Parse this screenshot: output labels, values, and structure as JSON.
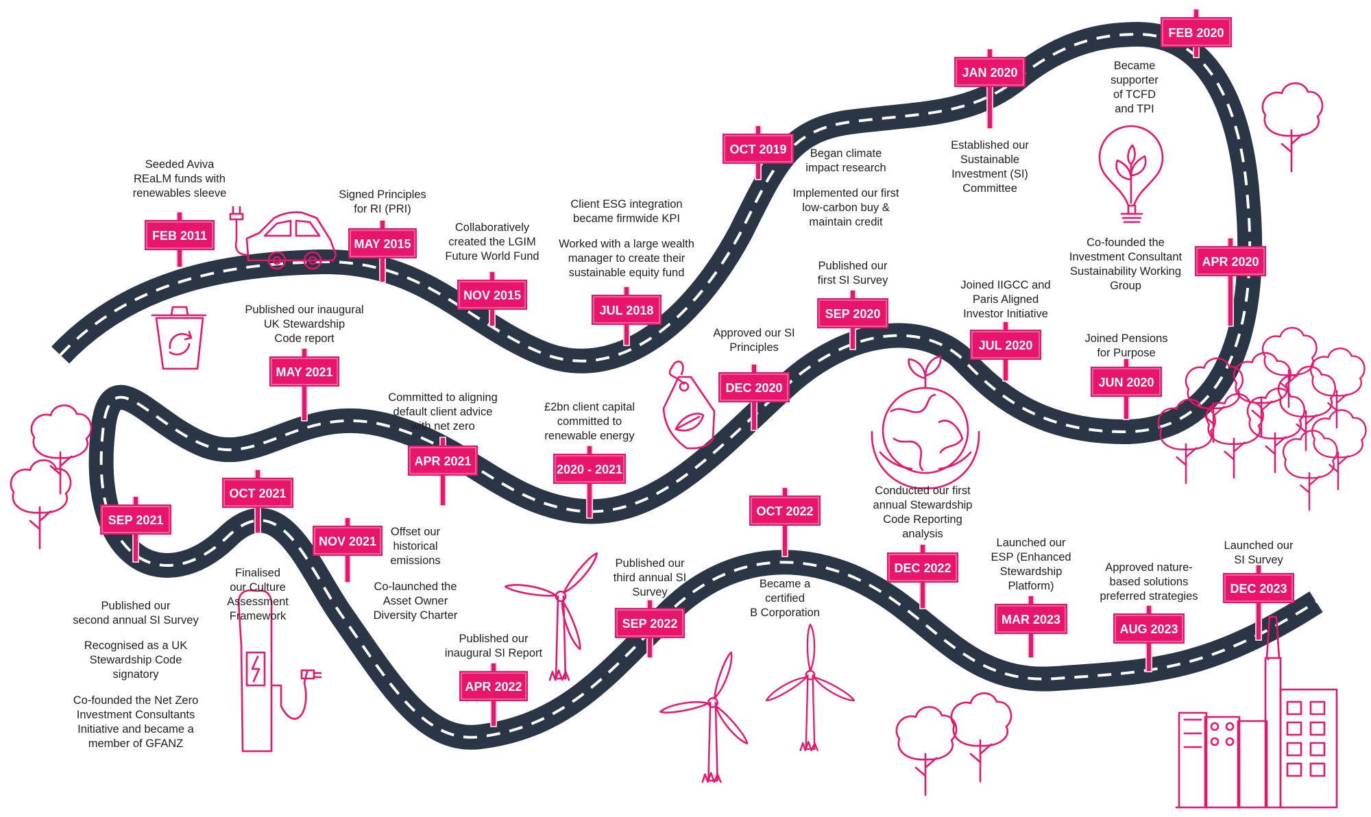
{
  "colors": {
    "road": "#2a3645",
    "dash": "#ffffff",
    "accent": "#e8156b",
    "text": "#1d1d1f"
  },
  "milestones": [
    {
      "date": "FEB 2011",
      "notes": [
        "Seeded Aviva\nREaLM funds with\nrenewables sleeve"
      ]
    },
    {
      "date": "MAY 2015",
      "notes": [
        "Signed Principles\nfor RI (PRI)"
      ]
    },
    {
      "date": "NOV 2015",
      "notes": [
        "Collaboratively\ncreated the LGIM\nFuture World Fund"
      ]
    },
    {
      "date": "JUL 2018",
      "notes": [
        "Client ESG integration\nbecame firmwide KPI",
        "Worked with a large wealth\nmanager to create their\nsustainable equity fund"
      ]
    },
    {
      "date": "OCT 2019",
      "notes": [
        "Began climate\nimpact research",
        "Implemented our first\nlow-carbon buy &\nmaintain credit"
      ]
    },
    {
      "date": "JAN 2020",
      "notes": [
        "Established our\nSustainable\nInvestment (SI)\nCommittee"
      ]
    },
    {
      "date": "FEB 2020",
      "notes": [
        "Became\nsupporter\nof TCFD\nand TPI"
      ]
    },
    {
      "date": "APR 2020",
      "notes": [
        "Co-founded the\nInvestment Consultant\nSustainability Working\nGroup"
      ]
    },
    {
      "date": "JUN 2020",
      "notes": [
        "Joined Pensions\nfor Purpose"
      ]
    },
    {
      "date": "JUL 2020",
      "notes": [
        "Joined IIGCC and\nParis Aligned\nInvestor Initiative"
      ]
    },
    {
      "date": "SEP 2020",
      "notes": [
        "Published our\nfirst SI Survey"
      ]
    },
    {
      "date": "DEC 2020",
      "notes": [
        "Approved our SI\nPrinciples"
      ]
    },
    {
      "date": "2020 - 2021",
      "notes": [
        "£2bn client capital\ncommitted to\nrenewable energy"
      ]
    },
    {
      "date": "APR 2021",
      "notes": [
        "Committed to aligning\ndefault client advice\nwith net zero"
      ]
    },
    {
      "date": "MAY 2021",
      "notes": [
        "Published our inaugural\nUK Stewardship\nCode report"
      ]
    },
    {
      "date": "SEP 2021",
      "notes": [
        "Published our\nsecond annual SI Survey",
        "Recognised as a UK\nStewardship Code\nsignatory",
        "Co-founded the Net Zero\nInvestment Consultants\nInitiative and became a\nmember of GFANZ"
      ]
    },
    {
      "date": "OCT 2021",
      "notes": [
        "Finalised\nour Culture\nAssessment\nFramework"
      ]
    },
    {
      "date": "NOV 2021",
      "notes": [
        "Offset our\nhistorical\nemissions",
        "Co-launched the\nAsset Owner\nDiversity Charter"
      ]
    },
    {
      "date": "APR 2022",
      "notes": [
        "Published our\ninaugural SI Report"
      ]
    },
    {
      "date": "SEP 2022",
      "notes": [
        "Published our\nthird annual SI\nSurvey"
      ]
    },
    {
      "date": "OCT 2022",
      "notes": [
        "Became a\ncertified\nB Corporation"
      ]
    },
    {
      "date": "DEC 2022",
      "notes": [
        "Conducted our first\nannual Stewardship\nCode Reporting\nanalysis"
      ]
    },
    {
      "date": "MAR 2023",
      "notes": [
        "Launched our\nESP (Enhanced\nStewardship\nPlatform)"
      ]
    },
    {
      "date": "AUG 2023",
      "notes": [
        "Approved nature-\nbased solutions\npreferred strategies"
      ]
    },
    {
      "date": "DEC 2023",
      "notes": [
        "Launched our\nSI Survey"
      ]
    }
  ],
  "illustrations": [
    {
      "icon": "electric-car-icon"
    },
    {
      "icon": "recycling-bin-icon"
    },
    {
      "icon": "lightbulb-plant-icon"
    },
    {
      "icon": "price-tag-leaf-icon"
    },
    {
      "icon": "globe-in-hands-icon"
    },
    {
      "icon": "ev-charger-icon"
    },
    {
      "icon": "wind-turbine-icon"
    },
    {
      "icon": "tree-icon"
    },
    {
      "icon": "city-buildings-icon"
    }
  ]
}
